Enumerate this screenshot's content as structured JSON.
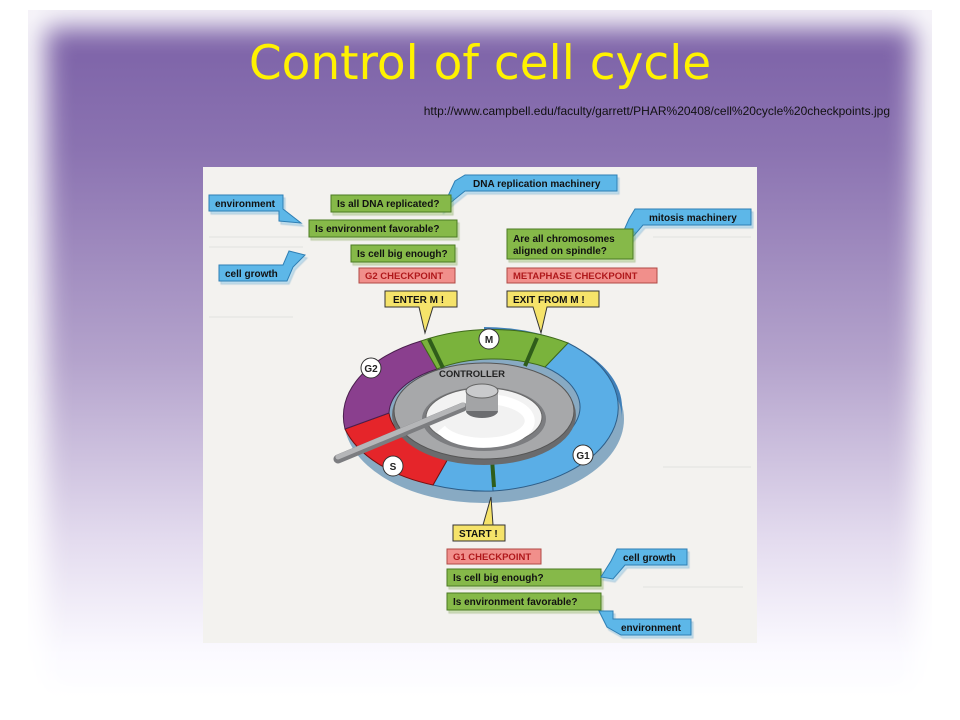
{
  "slide": {
    "title": "Control of cell cycle",
    "source_url": "http://www.campbell.edu/faculty/garrett/PHAR%20408/cell%20cycle%20checkpoints.jpg"
  },
  "diagram": {
    "phases": {
      "m": "M",
      "g2": "G2",
      "s": "S",
      "g1": "G1"
    },
    "controller": "CONTROLLER",
    "arrows": {
      "dna_replication_machinery": "DNA replication machinery",
      "environment_top": "environment",
      "cell_growth_top": "cell growth",
      "mitosis_machinery": "mitosis machinery",
      "cell_growth_bottom": "cell growth",
      "environment_bottom": "environment"
    },
    "g2_checkpoint": {
      "questions": [
        "Is all DNA replicated?",
        "Is environment favorable?",
        "Is cell big enough?"
      ],
      "label": "G2 CHECKPOINT",
      "flag": "ENTER M !"
    },
    "metaphase_checkpoint": {
      "question_line1": "Are all chromosomes",
      "question_line2": "aligned on spindle?",
      "label": "METAPHASE CHECKPOINT",
      "flag": "EXIT FROM M !"
    },
    "g1_checkpoint": {
      "flag": "START !",
      "label": "G1 CHECKPOINT",
      "questions": [
        "Is cell big enough?",
        "Is environment favorable?"
      ]
    }
  },
  "colors": {
    "title": "#fff200",
    "m_phase": "#7ab33c",
    "g2_phase": "#8a3f8e",
    "s_phase": "#e5252a",
    "g1_phase": "#5aaee6",
    "arrow": "#5db7e8",
    "question_box": "#86b94a",
    "checkpoint_label": "#f18f8b",
    "flag": "#f5e36a",
    "controller": "#a7a8aa"
  }
}
